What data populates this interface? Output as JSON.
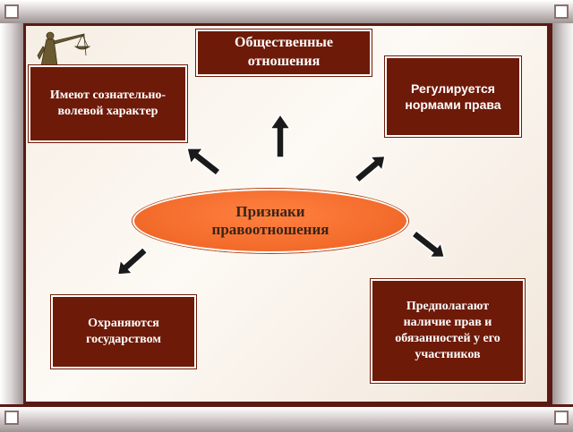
{
  "center": "Признаки правоотношения",
  "boxes": {
    "top": "Общественные отношения",
    "top_left": "Имеют сознательно-волевой характер",
    "top_right": "Регулируется нормами права",
    "bottom_left": "Охраняются государством",
    "bottom_right": "Предполагают наличие прав и обязанностей у его участников"
  },
  "icons": [
    "scales-of-justice-icon",
    "arrow-icon"
  ],
  "colors": {
    "box_fill": "#6e1a08",
    "oval_fill": "#f26a2a",
    "frame": "#5a1a12"
  }
}
